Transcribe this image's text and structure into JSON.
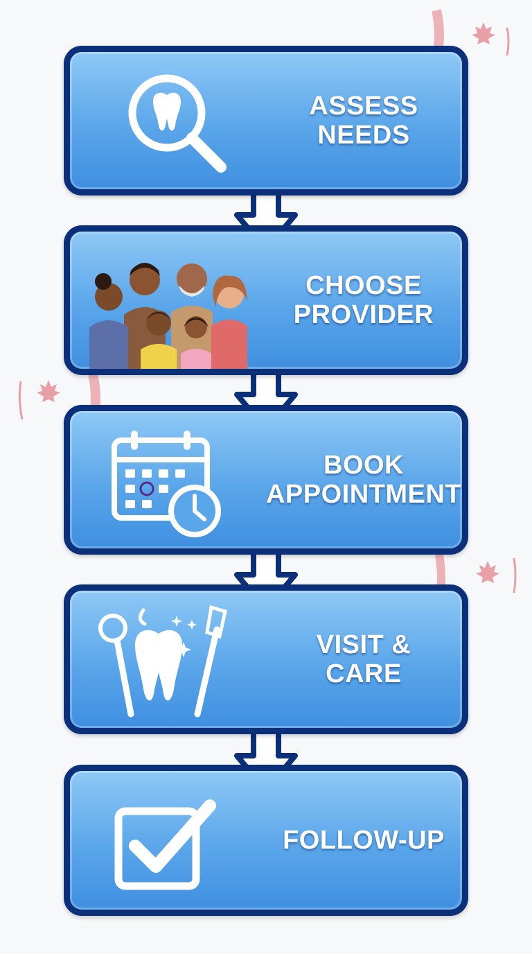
{
  "steps": [
    {
      "label": "ASSESS\nNEEDS",
      "icon": "tooth-magnifier-icon"
    },
    {
      "label": "CHOOSE\nPROVIDER",
      "icon": "family-illustration"
    },
    {
      "label": "BOOK\nAPPOINTMENT",
      "icon": "calendar-clock-icon"
    },
    {
      "label": "VISIT &\nCARE",
      "icon": "dental-tools-icon"
    },
    {
      "label": "FOLLOW-UP",
      "icon": "checkbox-icon"
    }
  ],
  "colors": {
    "box_border": "#0c2f7a",
    "box_fill_top": "#8ec8f5",
    "box_fill_bottom": "#3f8fe0",
    "arrow_fill": "#ffffff",
    "flag_red": "#e8a0a6"
  }
}
